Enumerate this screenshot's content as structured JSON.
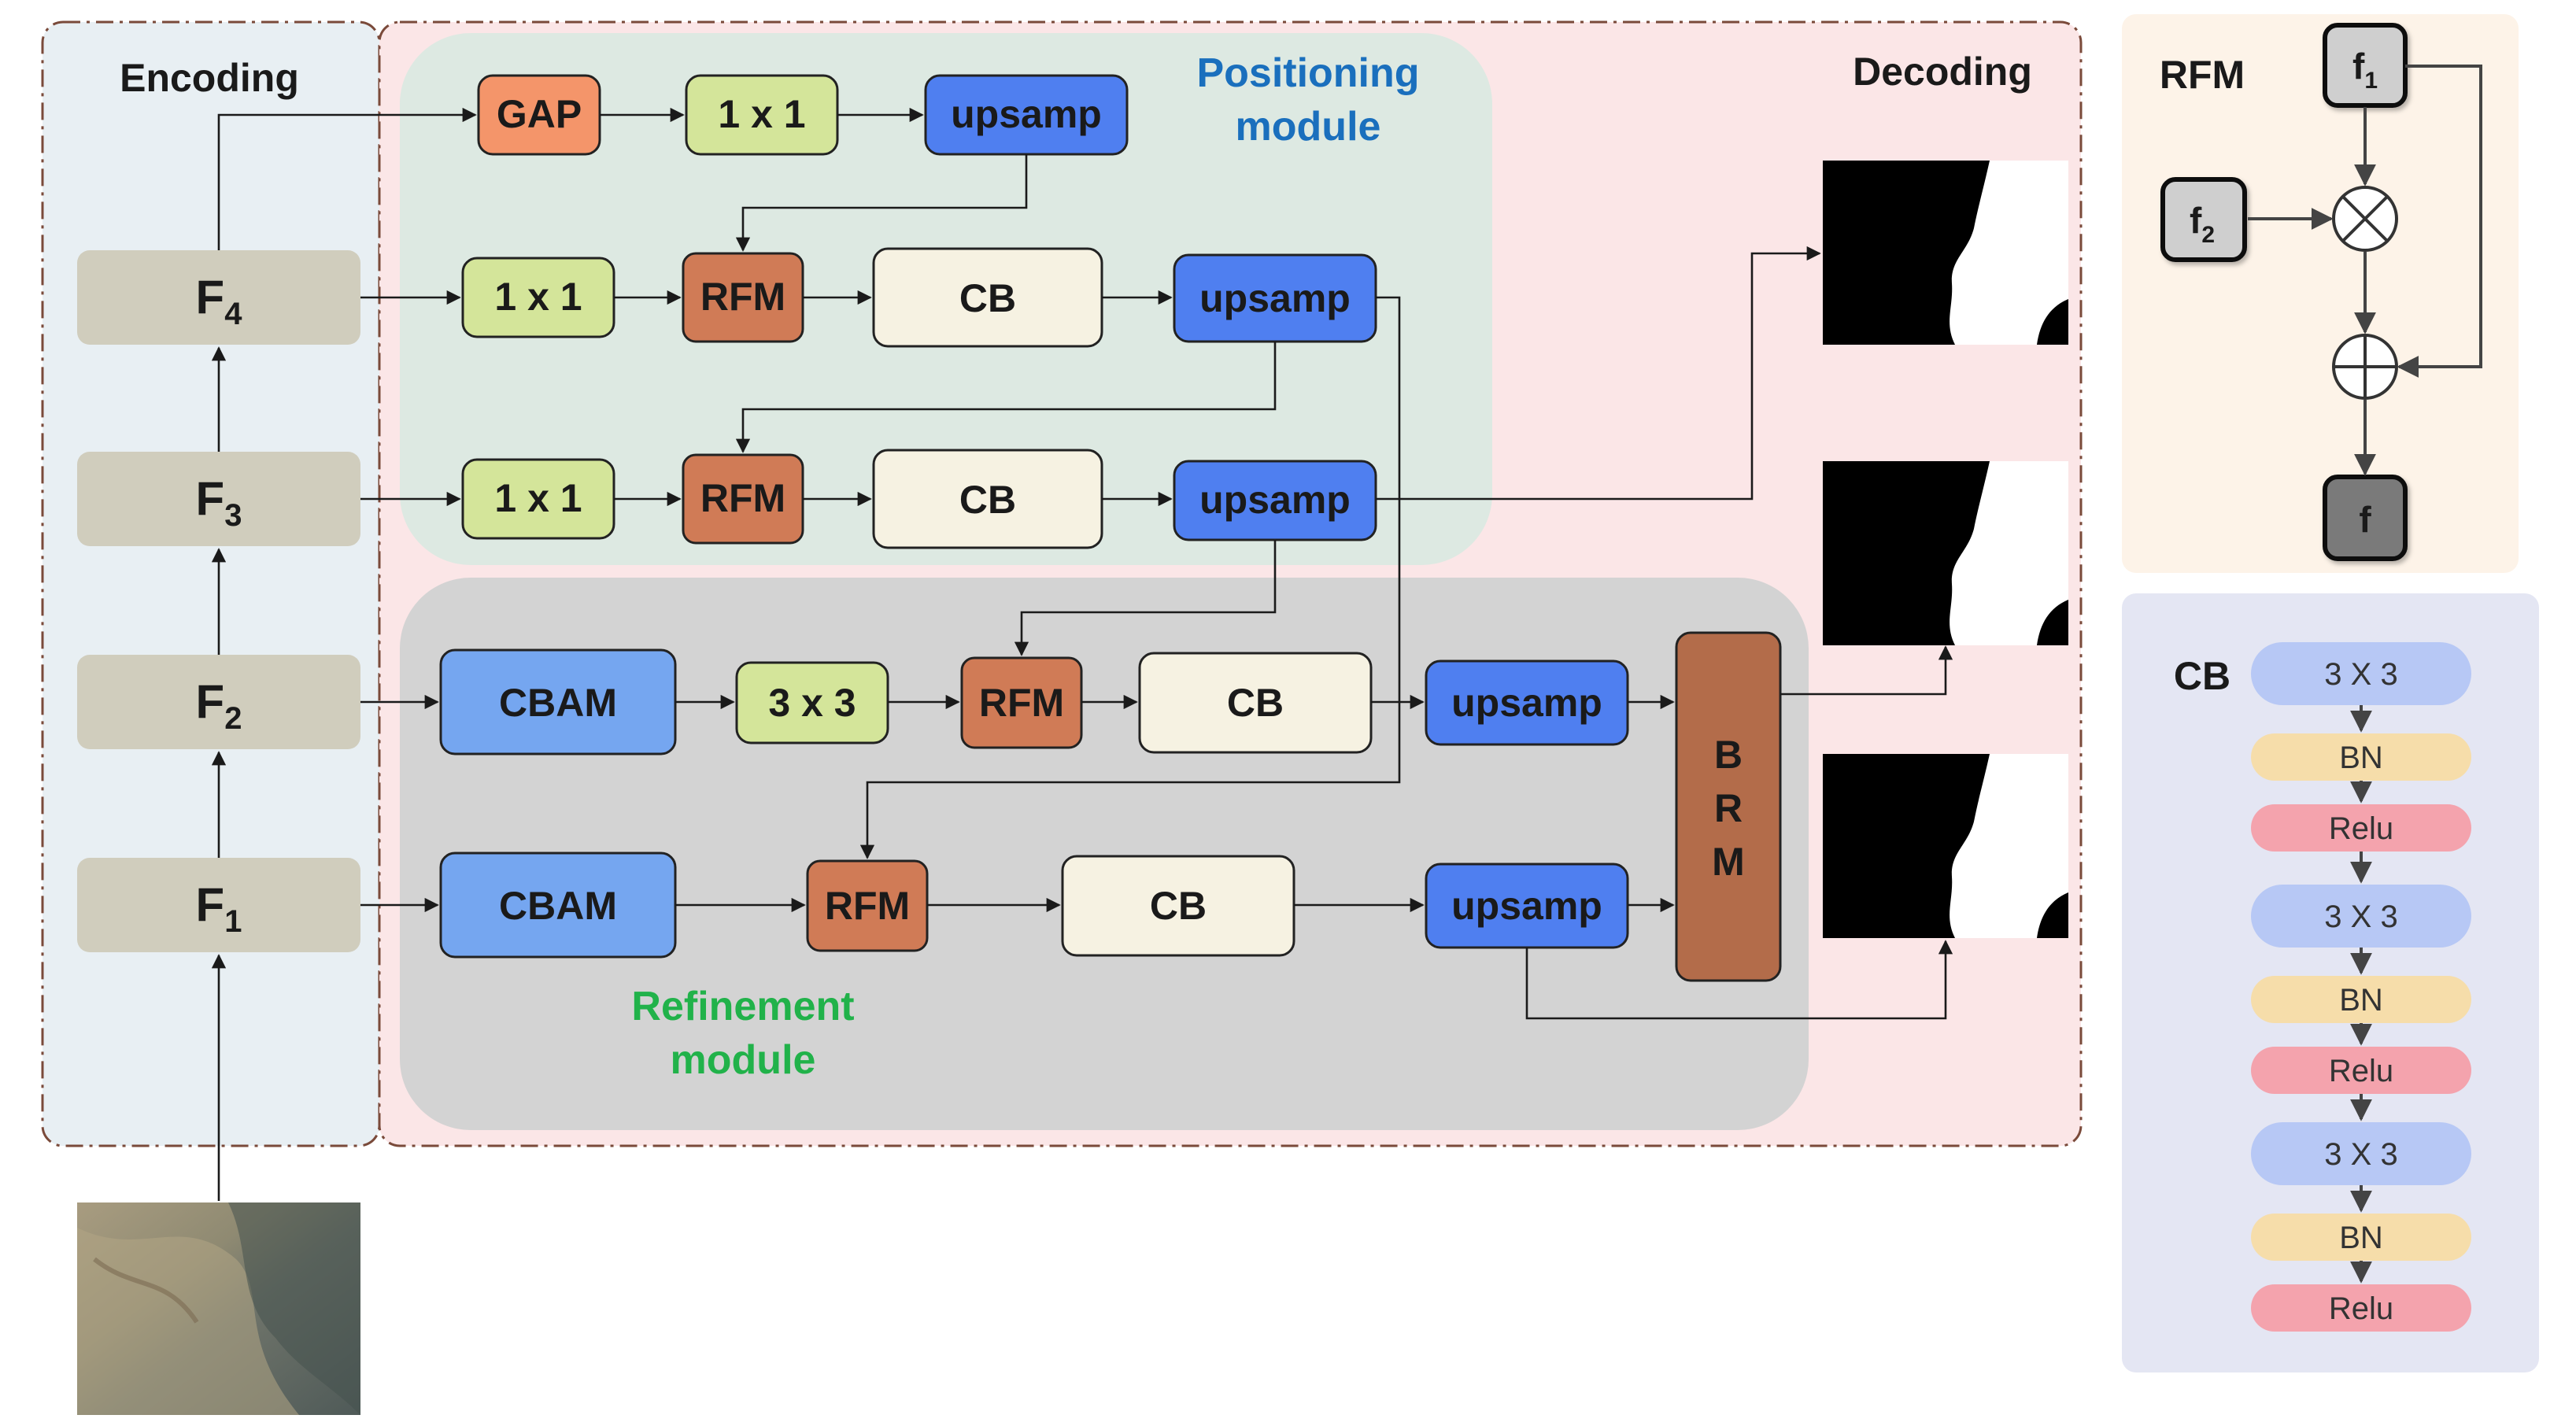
{
  "sections": {
    "encoding": "Encoding",
    "decoding": "Decoding",
    "positioning_l1": "Positioning",
    "positioning_l2": "module",
    "refinement_l1": "Refinement",
    "refinement_l2": "module",
    "rfm": "RFM",
    "cb": "CB"
  },
  "features": {
    "f1": {
      "base": "F",
      "sub": "1"
    },
    "f2": {
      "base": "F",
      "sub": "2"
    },
    "f3": {
      "base": "F",
      "sub": "3"
    },
    "f4": {
      "base": "F",
      "sub": "4"
    }
  },
  "blocks": {
    "gap": "GAP",
    "conv1x1": "1 x 1",
    "conv3x3": "3 x 3",
    "upsamp": "upsamp",
    "rfm": "RFM",
    "cb": "CB",
    "cbam": "CBAM",
    "brm": [
      "B",
      "R",
      "M"
    ]
  },
  "rfm_detail": {
    "f1": {
      "base": "f",
      "sub": "1"
    },
    "f2": {
      "base": "f",
      "sub": "2"
    },
    "out": "f",
    "multiply_icon": "circle-times-icon",
    "add_icon": "circle-plus-icon"
  },
  "cb_detail": {
    "layers": [
      "3 X 3",
      "BN",
      "Relu",
      "3 X 3",
      "BN",
      "Relu",
      "3 X 3",
      "BN",
      "Relu"
    ]
  },
  "colors": {
    "encoding_bg": "#e8eff3",
    "decoding_bg": "#fbe6e7",
    "positioning_bg": "#dde9e2",
    "refinement_bg": "#d3d3d3",
    "rfm_panel_bg": "#fdf3e8",
    "cb_panel_bg": "#e4e6f3",
    "feature_box": "#d0cdbd",
    "gap": "#f4956a",
    "conv": "#d4e59a",
    "upsamp": "#4f7ff0",
    "rfm": "#d07b56",
    "cb": "#f6f2e2",
    "cbam": "#75a6f0",
    "brm": "#b36c4a",
    "cb_conv": "#b7c8f5",
    "cb_bn": "#f6ddaa",
    "cb_relu": "#f4a3ad",
    "positioning_text": "#1a6fbd",
    "refinement_text": "#21b24a"
  }
}
